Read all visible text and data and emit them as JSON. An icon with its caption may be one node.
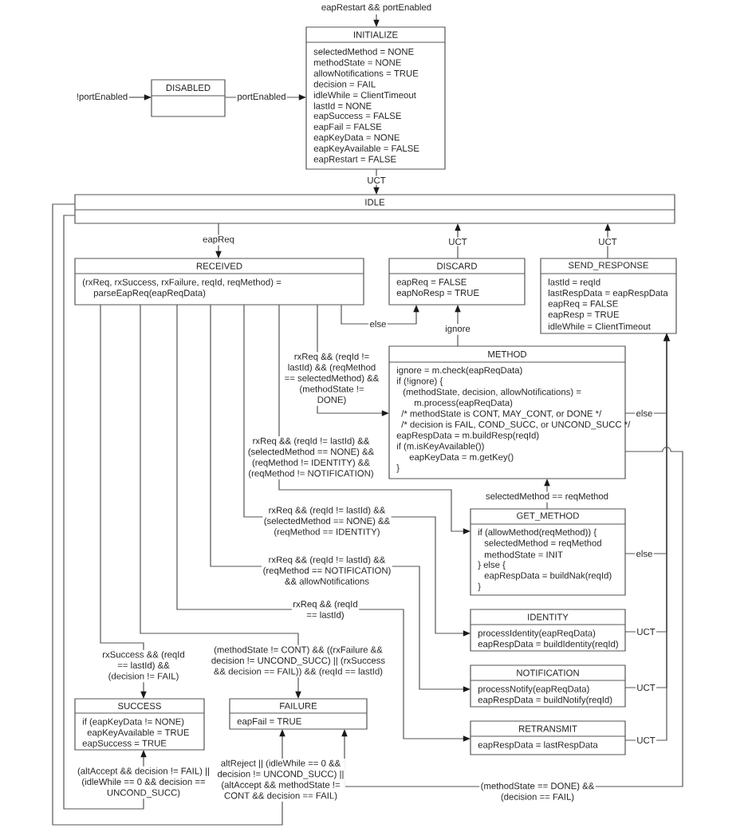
{
  "diagram": {
    "nodes": [
      {
        "text": [
          "INITIALIZE",
          "selectedMethod = NONE",
          "methodState = NONE",
          "allowNotifications = TRUE",
          "decision = FAIL",
          "idleWhile = ClientTimeout",
          "lastId = NONE",
          "eapSuccess = FALSE",
          "eapFail = FALSE",
          "eapKeyData = NONE",
          "eapKeyAvailable = FALSE",
          "eapRestart = FALSE"
        ]
      },
      {
        "text": [
          "DISABLED"
        ]
      },
      {
        "text": [
          "IDLE"
        ]
      },
      {
        "text": [
          "RECEIVED",
          "(rxReq, rxSuccess, rxFailure, reqId, reqMethod) =",
          "parseEapReq(eapReqData)"
        ]
      },
      {
        "text": [
          "DISCARD",
          "eapReq = FALSE",
          "eapNoResp = TRUE"
        ]
      },
      {
        "text": [
          "SEND_RESPONSE",
          "lastId = reqId",
          "lastRespData = eapRespData",
          "eapReq = FALSE",
          "eapResp = TRUE",
          "idleWhile = ClientTimeout"
        ]
      },
      {
        "text": [
          "METHOD",
          "ignore = m.check(eapReqData)",
          "if (!ignore) {",
          "(methodState, decision, allowNotifications) =",
          "m.process(eapReqData)",
          "/* methodState is CONT, MAY_CONT, or DONE */",
          "/* decision is FAIL, COND_SUCC, or UNCOND_SUCC */",
          "eapRespData = m.buildResp(reqId)",
          "if (m.isKeyAvailable())",
          "eapKeyData = m.getKey()",
          "}"
        ]
      },
      {
        "text": [
          "GET_METHOD",
          "if (allowMethod(reqMethod)) {",
          "selectedMethod = reqMethod",
          "methodState = INIT",
          "} else {",
          "eapRespData = buildNak(reqId)",
          "}"
        ]
      },
      {
        "text": [
          "IDENTITY",
          "processIdentity(eapReqData)",
          "eapRespData = buildIdentity(reqId)"
        ]
      },
      {
        "text": [
          "NOTIFICATION",
          "processNotify(eapReqData)",
          "eapRespData = buildNotify(reqId)"
        ]
      },
      {
        "text": [
          "RETRANSMIT",
          "eapRespData = lastRespData"
        ]
      },
      {
        "text": [
          "SUCCESS",
          "if (eapKeyData != NONE)",
          "eapKeyAvailable = TRUE",
          "eapSuccess = TRUE"
        ]
      },
      {
        "text": [
          "FAILURE",
          "eapFail = TRUE"
        ]
      }
    ],
    "edges": [
      {
        "from": null,
        "to": 0,
        "arrow": "to",
        "label": "eapRestart && portEnabled"
      },
      {
        "from": null,
        "to": 1,
        "arrow": "to",
        "label": "!portEnabled"
      },
      {
        "from": 1,
        "to": 0,
        "arrow": "to",
        "label": "portEnabled"
      },
      {
        "from": 0,
        "to": 2,
        "arrow": "to",
        "label": "UCT"
      },
      {
        "from": 2,
        "to": 3,
        "arrow": "to",
        "label": "eapReq"
      },
      {
        "from": 4,
        "to": 2,
        "arrow": "to",
        "label": "UCT"
      },
      {
        "from": 5,
        "to": 2,
        "arrow": "to",
        "label": "UCT"
      },
      {
        "from": 3,
        "to": 4,
        "arrow": "to",
        "label": "else"
      },
      {
        "from": 6,
        "to": 4,
        "arrow": "to",
        "label": "ignore"
      },
      {
        "from": 3,
        "to": 6,
        "arrow": "to",
        "label": "rxReq && (reqId != lastId) && (reqMethod == selectedMethod) && (methodState != DONE)"
      },
      {
        "from": 6,
        "to": 5,
        "arrow": "to",
        "label": "else"
      },
      {
        "from": 3,
        "to": 7,
        "arrow": "to",
        "label": "rxReq && (reqId != lastId) && (selectedMethod == NONE) && (reqMethod != IDENTITY) && (reqMethod != NOTIFICATION)"
      },
      {
        "from": 7,
        "to": 6,
        "arrow": "to",
        "label": "selectedMethod == reqMethod"
      },
      {
        "from": 7,
        "to": 5,
        "arrow": "to",
        "label": "else"
      },
      {
        "from": 3,
        "to": 8,
        "arrow": "to",
        "label": "rxReq && (reqId != lastId) && (selectedMethod == NONE) && (reqMethod == IDENTITY)"
      },
      {
        "from": 8,
        "to": 5,
        "arrow": "to",
        "label": "UCT"
      },
      {
        "from": 3,
        "to": 9,
        "arrow": "to",
        "label": "rxReq && (reqId != lastId) && (reqMethod == NOTIFICATION) && allowNotifications"
      },
      {
        "from": 9,
        "to": 5,
        "arrow": "to",
        "label": "UCT"
      },
      {
        "from": 3,
        "to": 10,
        "arrow": "to",
        "label": "rxReq && (reqId == lastId)"
      },
      {
        "from": 10,
        "to": 5,
        "arrow": "to",
        "label": "UCT"
      },
      {
        "from": 3,
        "to": 11,
        "arrow": "to",
        "label": "rxSuccess && (reqId == lastId) && (decision != FAIL)"
      },
      {
        "from": 3,
        "to": 12,
        "arrow": "to",
        "label": "(methodState != CONT) && ((rxFailure && decision != UNCOND_SUCC) || (rxSuccess && decision == FAIL)) && (reqId == lastId)"
      },
      {
        "from": 2,
        "to": 11,
        "arrow": "to",
        "label": "(altAccept && decision != FAIL) || (idleWhile == 0 && decision == UNCOND_SUCC)"
      },
      {
        "from": 2,
        "to": 12,
        "arrow": "to",
        "label": "altReject || (idleWhile == 0 && decision != UNCOND_SUCC) || (altAccept && methodState != CONT && decision == FAIL)"
      },
      {
        "from": 6,
        "to": 12,
        "arrow": "to",
        "label": "(methodState == DONE) && (decision == FAIL)"
      }
    ]
  }
}
